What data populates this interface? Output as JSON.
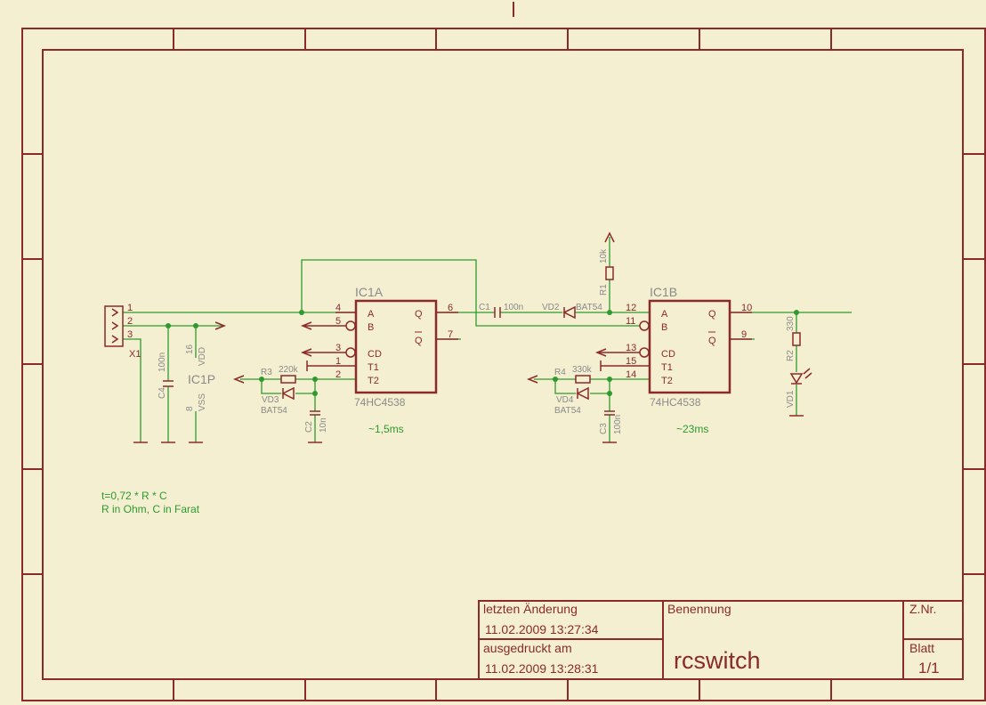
{
  "schematic": {
    "ic1a": {
      "name": "IC1A",
      "type": "74HC4538",
      "timing": "~1,5ms",
      "pins": {
        "a": "4",
        "b": "5",
        "cd": "3",
        "t1": "1",
        "t2": "2",
        "q": "6",
        "qn": "7"
      }
    },
    "ic1b": {
      "name": "IC1B",
      "type": "74HC4538",
      "timing": "~23ms",
      "pins": {
        "a": "12",
        "b": "11",
        "cd": "13",
        "t1": "15",
        "t2": "14",
        "q": "10",
        "qn": "9"
      }
    },
    "port_labels": {
      "a": "A",
      "b": "B",
      "q": "Q",
      "qn": "Q",
      "cd": "CD",
      "t1": "T1",
      "t2": "T2"
    },
    "ic1p": {
      "name": "IC1P",
      "vdd_pin": "16",
      "vdd": "VDD",
      "vss_pin": "8",
      "vss": "VSS"
    },
    "x1": {
      "name": "X1",
      "pins": [
        "1",
        "2",
        "3"
      ]
    },
    "c1": {
      "name": "C1",
      "value": "100n"
    },
    "c2": {
      "name": "C2",
      "value": "10n"
    },
    "c3": {
      "name": "C3",
      "value": "100n"
    },
    "c4": {
      "name": "C4",
      "value": "100n"
    },
    "r1": {
      "name": "R1",
      "value": "10k"
    },
    "r2": {
      "name": "R2",
      "value": "330"
    },
    "r3": {
      "name": "R3",
      "value": "220k"
    },
    "r4": {
      "name": "R4",
      "value": "330k"
    },
    "vd1": {
      "name": "VD1"
    },
    "vd2": {
      "name": "VD2",
      "value": "BAT54"
    },
    "vd3": {
      "name": "VD3",
      "value": "BAT54"
    },
    "vd4": {
      "name": "VD4",
      "value": "BAT54"
    },
    "notes": [
      "t=0,72 * R * C",
      "R in Ohm, C in Farat"
    ]
  },
  "title_block": {
    "last_change_label": "letzten Änderung",
    "last_change_value": "11.02.2009 13:27:34",
    "printed_label": "ausgedruckt am",
    "printed_value": "11.02.2009 13:28:31",
    "name_label": "Benennung",
    "name_value": "rcswitch",
    "znr_label": "Z.Nr.",
    "sheet_label": "Blatt",
    "sheet_value": "1/1"
  },
  "colors": {
    "background": "#f3efd0",
    "symbol": "#8b2a2a",
    "wire": "#2e9a2e",
    "value_text": "#8a8a8a"
  }
}
